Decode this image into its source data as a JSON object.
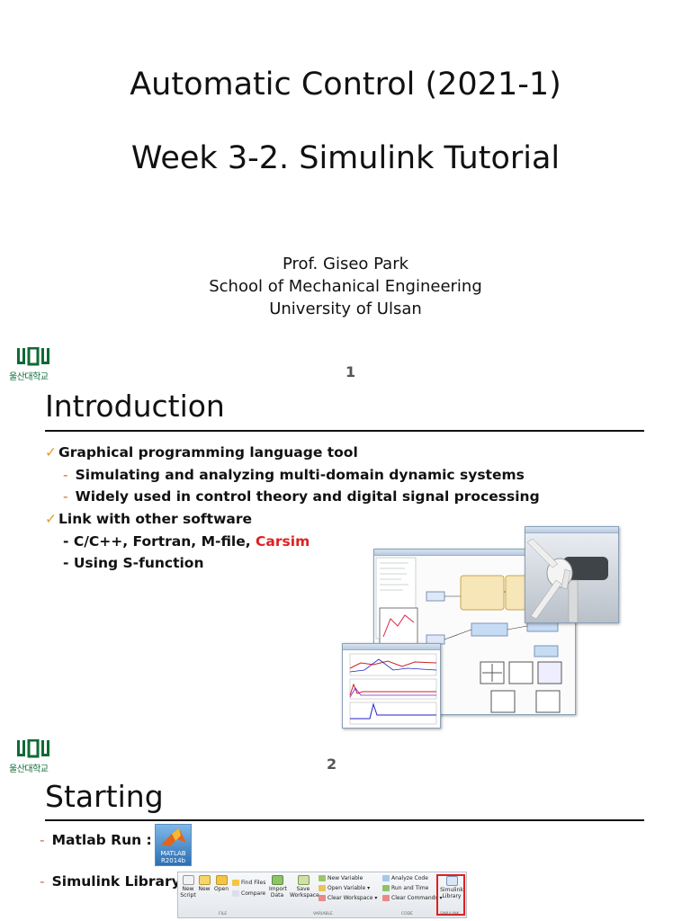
{
  "slide1": {
    "title_line1": "Automatic Control (2021-1)",
    "title_line2": "Week 3-2. Simulink Tutorial",
    "author": "Prof. Giseo Park",
    "school": "School of Mechanical Engineering",
    "university": "University of Ulsan"
  },
  "logo": {
    "text": "울산대학교"
  },
  "slide2": {
    "page_number": "1",
    "heading": "Introduction",
    "bullets": [
      {
        "text": "Graphical programming language tool",
        "level": 1
      },
      {
        "text": "Simulating and analyzing multi-domain dynamic systems",
        "level": 2
      },
      {
        "text": "Widely used in control theory and digital signal processing",
        "level": 2
      },
      {
        "text": "Link with other software",
        "level": 1
      },
      {
        "text_prefix": "- C/C++, Fortran, M-file, ",
        "text_highlight": "Carsim",
        "level": 3
      },
      {
        "text": "- Using S-function",
        "level": 3
      }
    ]
  },
  "slide3": {
    "page_number": "2",
    "heading": "Starting",
    "bullets": [
      {
        "text": "Matlab Run :"
      },
      {
        "text": "Simulink Library"
      }
    ],
    "matlab_icon": {
      "line1": "MATLAB",
      "line2": "R2014b"
    },
    "toolstrip": {
      "new_script": "New Script",
      "new": "New",
      "open": "Open",
      "find_files": "Find Files",
      "compare": "Compare",
      "import_data": "Import Data",
      "save_workspace": "Save Workspace",
      "new_variable": "New Variable",
      "open_variable": "Open Variable",
      "clear_workspace": "Clear Workspace",
      "analyze_code": "Analyze Code",
      "run_and_time": "Run and Time",
      "clear_commands": "Clear Commands",
      "simulink_library": "Simulink Library",
      "section_file": "FILE",
      "section_variable": "VARIABLE",
      "section_code": "CODE",
      "section_simulink": "SIMULINK"
    }
  },
  "colors": {
    "accent_red": "#e02020",
    "check": "#e0a030",
    "dash": "#d26a3a",
    "logo_green": "#0f6a36"
  }
}
